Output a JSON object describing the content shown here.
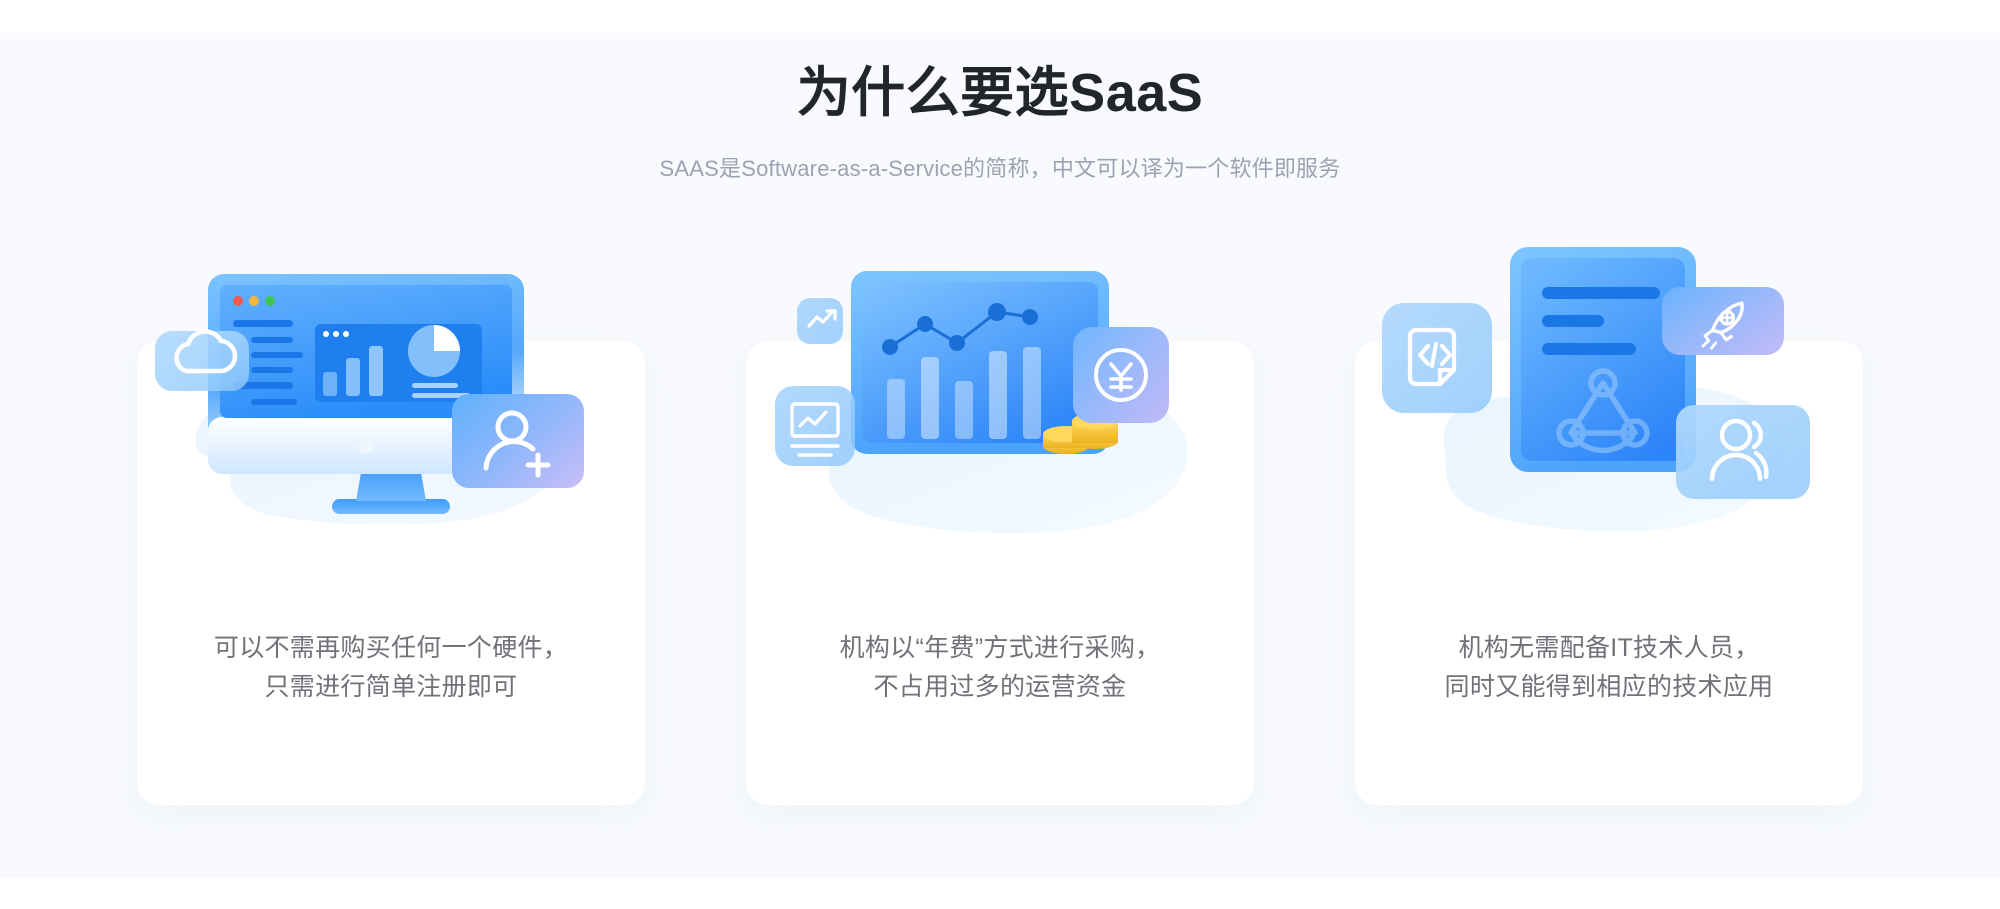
{
  "header": {
    "title": "为什么要选SaaS",
    "subtitle": "SAAS是Software-as-a-Service的简称，中文可以译为一个软件即服务"
  },
  "cards": [
    {
      "id": "card-no-hardware",
      "caption": "可以不需再购买任何一个硬件，\n只需进行简单注册即可",
      "illustration": "desktop-dashboard-illustration",
      "icons": [
        "cloud-icon",
        "user-add-icon",
        "bar-chart-icon",
        "pie-chart-icon",
        "traffic-light-dots-icon"
      ]
    },
    {
      "id": "card-annual-fee",
      "caption": "机构以“年费”方式进行采购，\n不占用过多的运营资金",
      "illustration": "analytics-money-illustration",
      "icons": [
        "trending-up-icon",
        "monitor-chart-icon",
        "yen-coin-icon",
        "coin-stack-icon",
        "line-chart-icon"
      ]
    },
    {
      "id": "card-no-it-staff",
      "caption": "机构无需配备IT技术人员，\n同时又能得到相应的技术应用",
      "illustration": "document-tech-illustration",
      "icons": [
        "code-file-icon",
        "rocket-icon",
        "team-icon",
        "share-network-icon"
      ]
    }
  ],
  "colors": {
    "page_background": "#f8fafd",
    "card_background": "#ffffff",
    "title": "#22252a",
    "subtitle": "#9aa3b2",
    "caption": "#6f7278",
    "accent_blue": "#2b8dfa",
    "accent_blue_light": "#69b4fd",
    "accent_purple": "#b3b4f5",
    "coin_gold": "#f5c53a",
    "dot_red": "#f4594d",
    "dot_orange": "#f5b73c",
    "dot_green": "#3dc453"
  }
}
